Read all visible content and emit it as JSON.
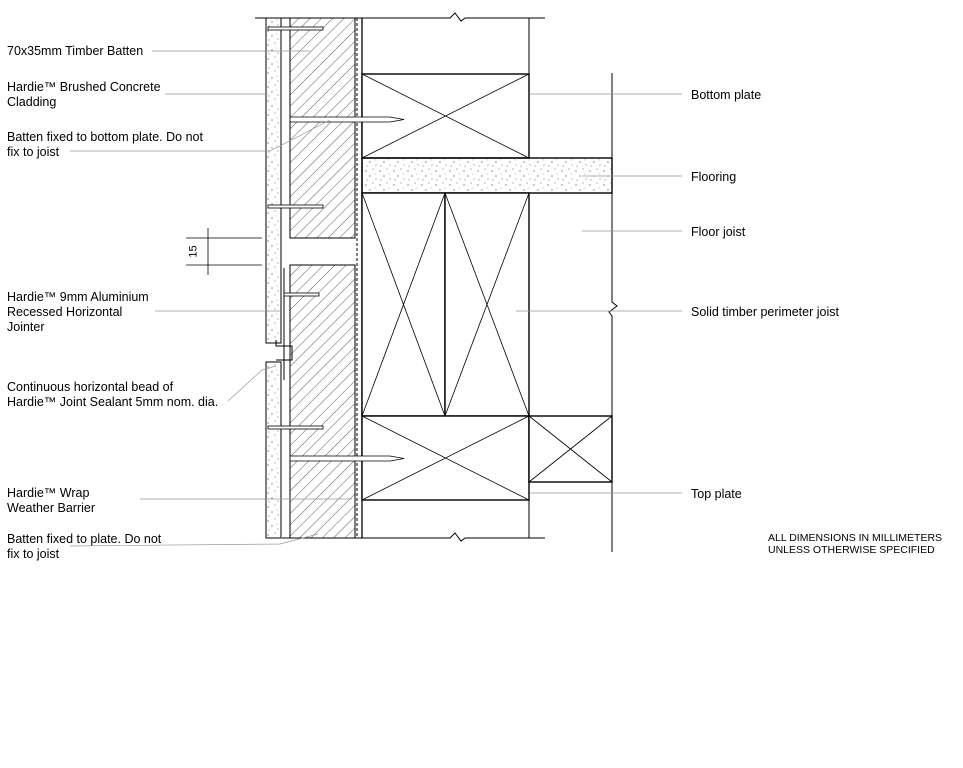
{
  "left_labels": [
    {
      "id": "batten",
      "text": "70x35mm Timber Batten"
    },
    {
      "id": "cladding",
      "text": "Hardie™ Brushed Concrete\nCladding"
    },
    {
      "id": "batten-fix-bottom",
      "text": "Batten fixed to bottom plate. Do not\nfix to joist"
    },
    {
      "id": "jointer",
      "text": "Hardie™ 9mm Aluminium\nRecessed Horizontal\nJointer"
    },
    {
      "id": "sealant",
      "text": "Continuous horizontal bead of\nHardie™ Joint Sealant 5mm nom. dia."
    },
    {
      "id": "wrap",
      "text": "Hardie™ Wrap\nWeather Barrier"
    },
    {
      "id": "batten-fix-plate",
      "text": "Batten fixed to plate. Do not\nfix to joist"
    }
  ],
  "right_labels": [
    {
      "id": "bottom-plate",
      "text": "Bottom plate"
    },
    {
      "id": "flooring",
      "text": "Flooring"
    },
    {
      "id": "floor-joist",
      "text": "Floor joist"
    },
    {
      "id": "perimeter-joist",
      "text": "Solid timber perimeter joist"
    },
    {
      "id": "top-plate",
      "text": "Top plate"
    }
  ],
  "dimension": "15",
  "note": "ALL DIMENSIONS IN MILLIMETERS\nUNLESS OTHERWISE SPECIFIED"
}
